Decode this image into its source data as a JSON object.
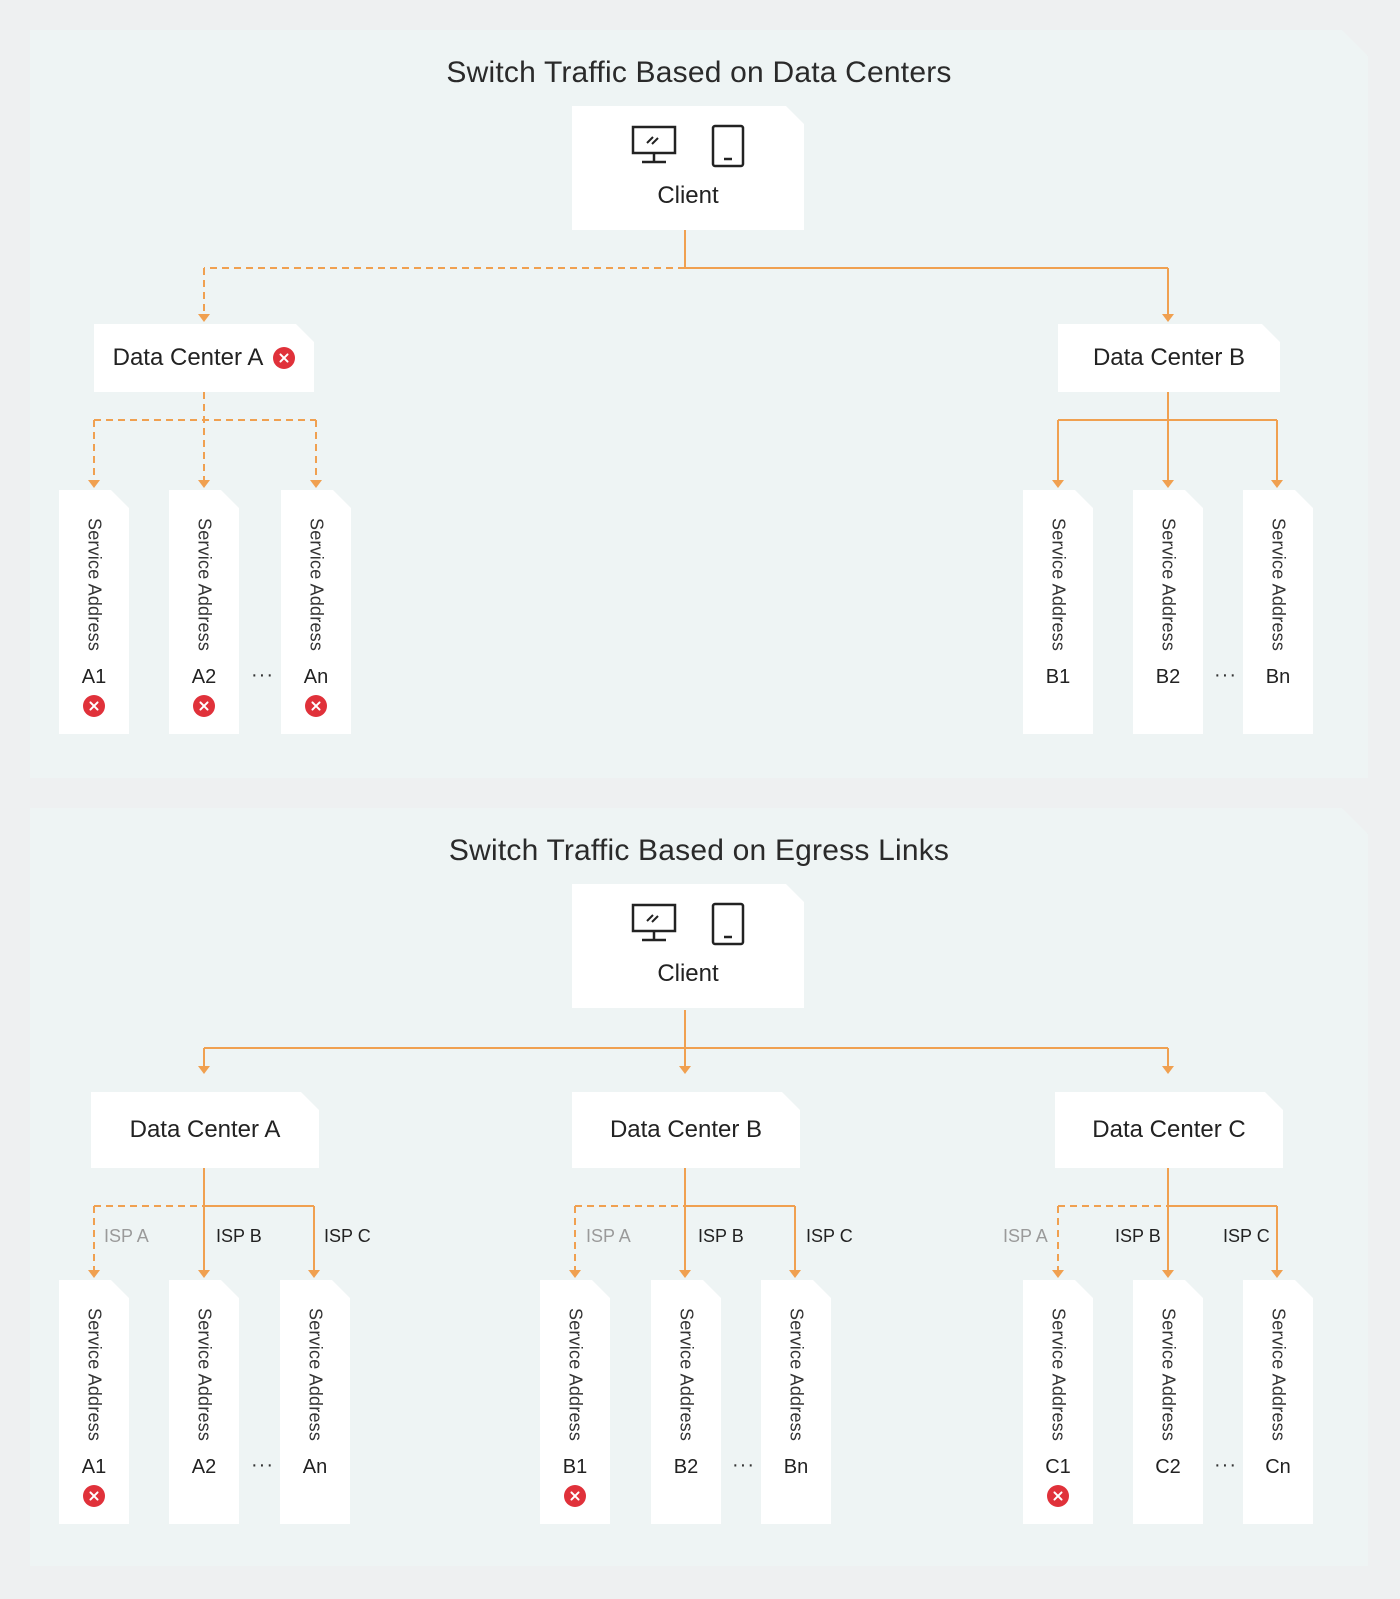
{
  "colors": {
    "line": "#f0a050",
    "error": "#e0313a",
    "panel": "#eef4f4"
  },
  "icons": {
    "desktop": "monitor-icon",
    "mobile": "mobile-phone-icon",
    "error": "error-x-icon"
  },
  "diagram1": {
    "title": "Switch Traffic Based on Data Centers",
    "client": "Client",
    "dc_a": "Data Center A",
    "dc_b": "Data Center B",
    "service_label": "Service Address",
    "ellipsis": "···",
    "a_services": [
      "A1",
      "A2",
      "An"
    ],
    "b_services": [
      "B1",
      "B2",
      "Bn"
    ]
  },
  "diagram2": {
    "title": "Switch Traffic Based on Egress Links",
    "client": "Client",
    "dc_a": "Data Center A",
    "dc_b": "Data Center B",
    "dc_c": "Data Center C",
    "service_label": "Service Address",
    "ellipsis": "···",
    "isps": [
      "ISP A",
      "ISP B",
      "ISP C"
    ],
    "a_services": [
      "A1",
      "A2",
      "An"
    ],
    "b_services": [
      "B1",
      "B2",
      "Bn"
    ],
    "c_services": [
      "C1",
      "C2",
      "Cn"
    ]
  }
}
